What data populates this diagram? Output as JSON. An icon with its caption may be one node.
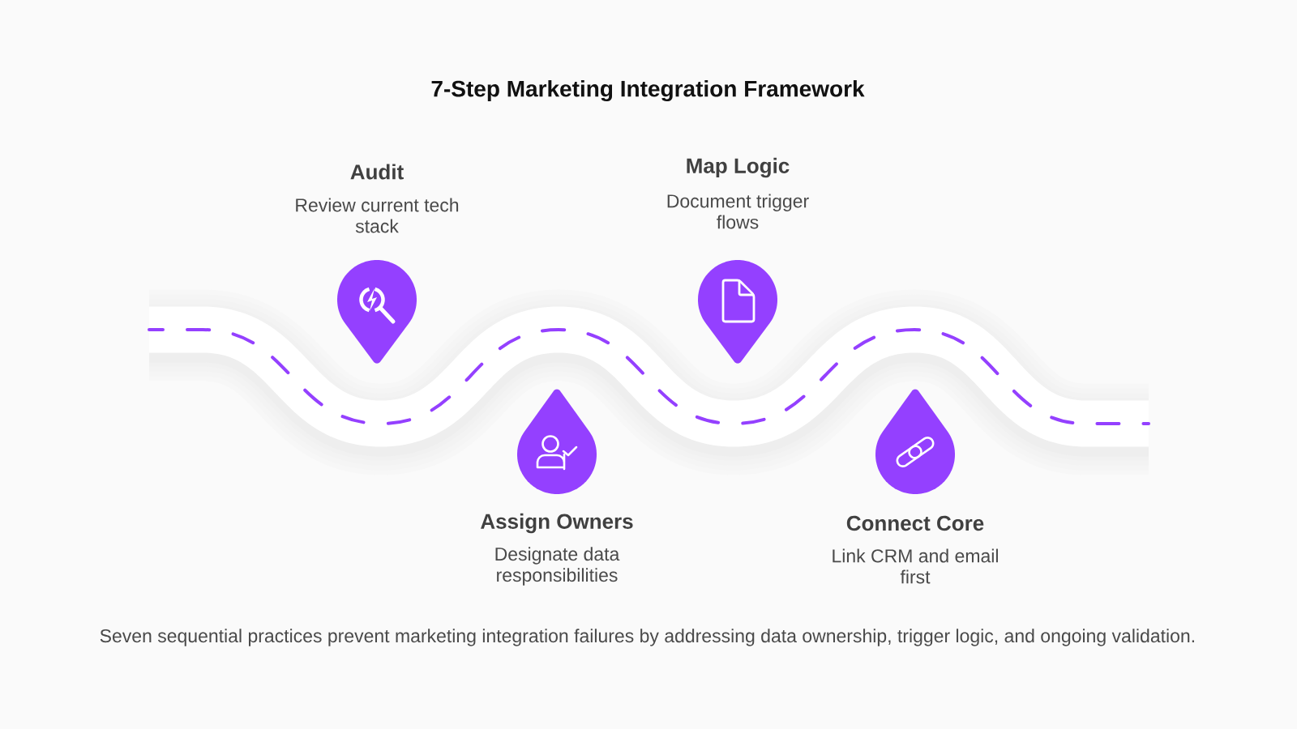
{
  "diagram": {
    "title": "7-Step Marketing Integration Framework",
    "nodes": [
      {
        "text": [
          "Audit",
          "Review current tech stack"
        ]
      },
      {
        "text": [
          "Assign Owners",
          "Designate data responsibilities"
        ]
      },
      {
        "text": [
          "Map Logic",
          "Document trigger flows"
        ]
      },
      {
        "text": [
          "Connect Core",
          "Link CRM and email first"
        ]
      }
    ],
    "caption": "Seven sequential practices prevent marketing integration failures by addressing data ownership, trigger logic, and ongoing validation."
  }
}
